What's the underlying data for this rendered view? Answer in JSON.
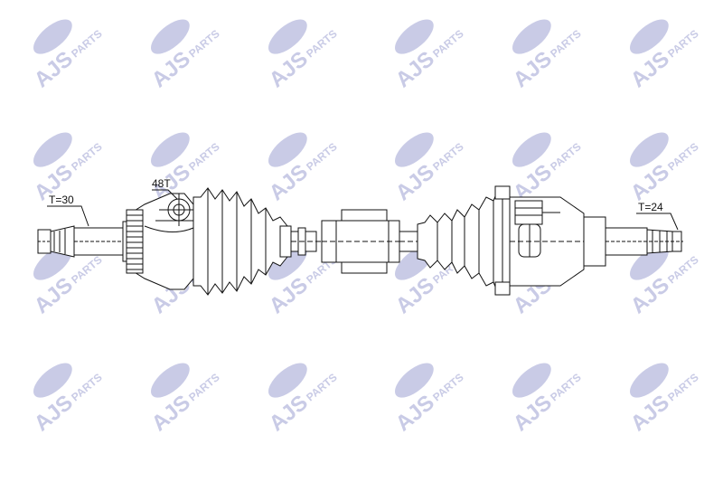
{
  "watermark": {
    "brand": "AJS",
    "suffix": "PARTS",
    "color": "#c9cbe6"
  },
  "drawing": {
    "labels": {
      "outer_spline": "T=30",
      "abs_ring": "48T",
      "inner_spline": "T=24"
    },
    "line_color": "#111111"
  }
}
